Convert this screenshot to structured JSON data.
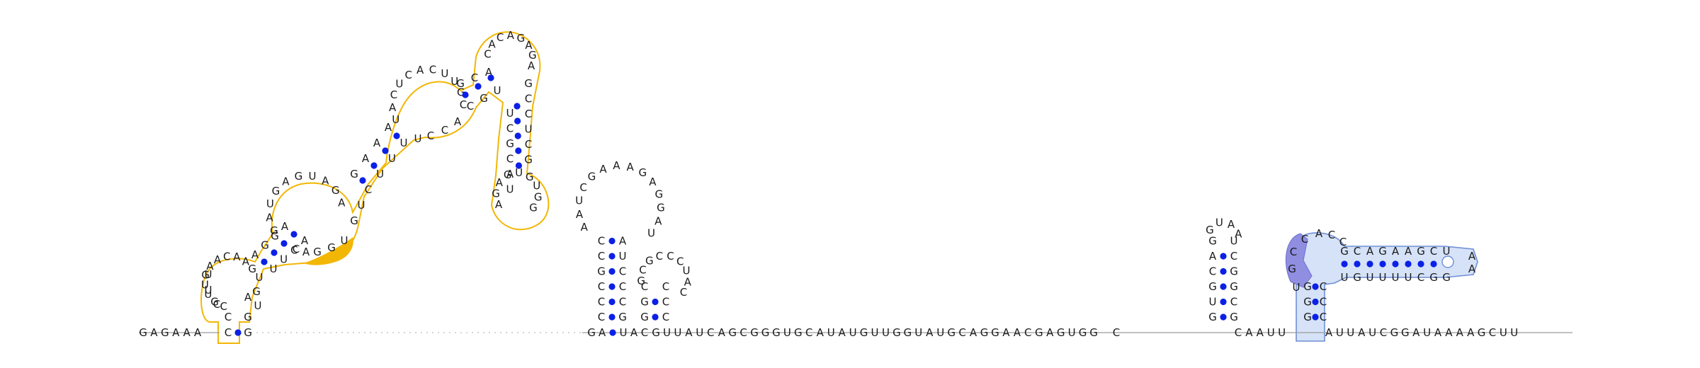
{
  "colors": {
    "orange_outline": "#f2b705",
    "orange_fill": "#f2b705",
    "blue_outline": "#6f8fd6",
    "blue_fill": "#d5e2f7",
    "purple_fill": "#8f8ee0",
    "base_pair_dot": "#0b20e6"
  },
  "sequence_fragments": {
    "five_prime": [
      "G",
      "A",
      "G",
      "A",
      "A",
      "A"
    ],
    "hairpin_left_stem": [
      "C",
      "C",
      "G",
      "C",
      "C",
      "C"
    ],
    "middle": [
      "G",
      "U",
      "U",
      "A",
      "U",
      "C",
      "A",
      "G",
      "C",
      "G",
      "G",
      "G",
      "U",
      "G",
      "C",
      "A",
      "U",
      "A",
      "U",
      "G",
      "U",
      "U",
      "G",
      "G",
      "U",
      "A",
      "U",
      "G",
      "C",
      "A",
      "G",
      "G",
      "A",
      "A",
      "C",
      "G",
      "A",
      "G",
      "U",
      "G",
      "G"
    ],
    "three_prime": [
      "A",
      "U",
      "U",
      "A",
      "U",
      "C",
      "G",
      "G",
      "A",
      "U",
      "A",
      "A",
      "A",
      "A",
      "G",
      "C",
      "U",
      "U"
    ]
  },
  "structures": {
    "hairpin1_loop": [
      "A",
      "A",
      "U",
      "C",
      "G",
      "A",
      "A",
      "A",
      "G",
      "A",
      "G",
      "G",
      "A",
      "U"
    ],
    "hairpin1_right_stem": [
      "A",
      "U",
      "C",
      "C",
      "C",
      "G"
    ],
    "hairpin2_loop": [
      "G",
      "C",
      "G",
      "C",
      "C",
      "C",
      "U",
      "A",
      "C",
      "G"
    ],
    "hairpin3_loop": [
      "G",
      "U",
      "A",
      "A"
    ],
    "hairpin3_left_stem": [
      "G",
      "A",
      "C",
      "G",
      "U",
      "G"
    ],
    "hairpin3_right_stem": [
      "U",
      "C",
      "G",
      "G",
      "C",
      "G"
    ],
    "blue_region_stem": [
      "C",
      "A",
      "C",
      "C"
    ],
    "blue_hairpin_top": [
      "G",
      "C",
      "A",
      "G",
      "A",
      "A",
      "G",
      "C",
      "U"
    ],
    "blue_hairpin_bottom": [
      "U",
      "G",
      "U",
      "U",
      "U",
      "U",
      "C",
      "G",
      "G"
    ],
    "blue_hairpin_loop": [
      "A",
      "A"
    ]
  }
}
